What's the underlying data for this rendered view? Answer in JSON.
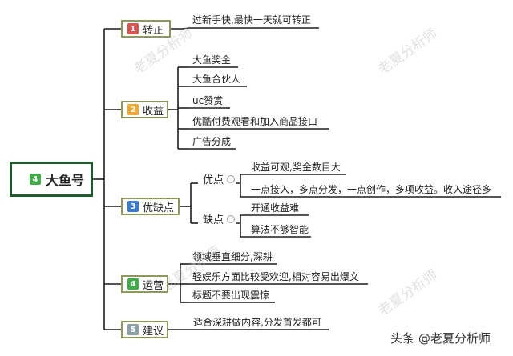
{
  "root": {
    "label": "大鱼号",
    "badge": "4",
    "badge_color": "#3fae49"
  },
  "branches": [
    {
      "badge": "1",
      "label": "转正",
      "badge_color": "#d9534f",
      "leaves": [
        "过新手快,最快一天就可转正"
      ]
    },
    {
      "badge": "2",
      "label": "收益",
      "badge_color": "#f0a830",
      "leaves": [
        "大鱼奖金",
        "大鱼合伙人",
        "uc赞赏",
        "优酷付费观看和加入商品接口",
        "广告分成"
      ]
    },
    {
      "badge": "3",
      "label": "优缺点",
      "badge_color": "#3a7bd5",
      "groups": [
        {
          "label": "优点",
          "leaves": [
            "收益可观,奖金数目大",
            "一点接入，多点分发，一点创作，多项收益。收入途径多"
          ]
        },
        {
          "label": "缺点",
          "leaves": [
            "开通收益难",
            "算法不够智能"
          ]
        }
      ]
    },
    {
      "badge": "4",
      "label": "运营",
      "badge_color": "#3fae49",
      "leaves": [
        "领域垂直细分,深耕",
        "轻娱乐方面比较受欢迎,相对容易出爆文",
        "标题不要出现震惊"
      ]
    },
    {
      "badge": "5",
      "label": "建议",
      "badge_color": "#8aa0a6",
      "leaves": [
        "适合深耕做内容,分发首发都可"
      ]
    }
  ],
  "collapse_symbol": "−",
  "watermark": "老夏分析师",
  "credit": {
    "prefix": "头条",
    "handle": "@老夏分析师"
  }
}
